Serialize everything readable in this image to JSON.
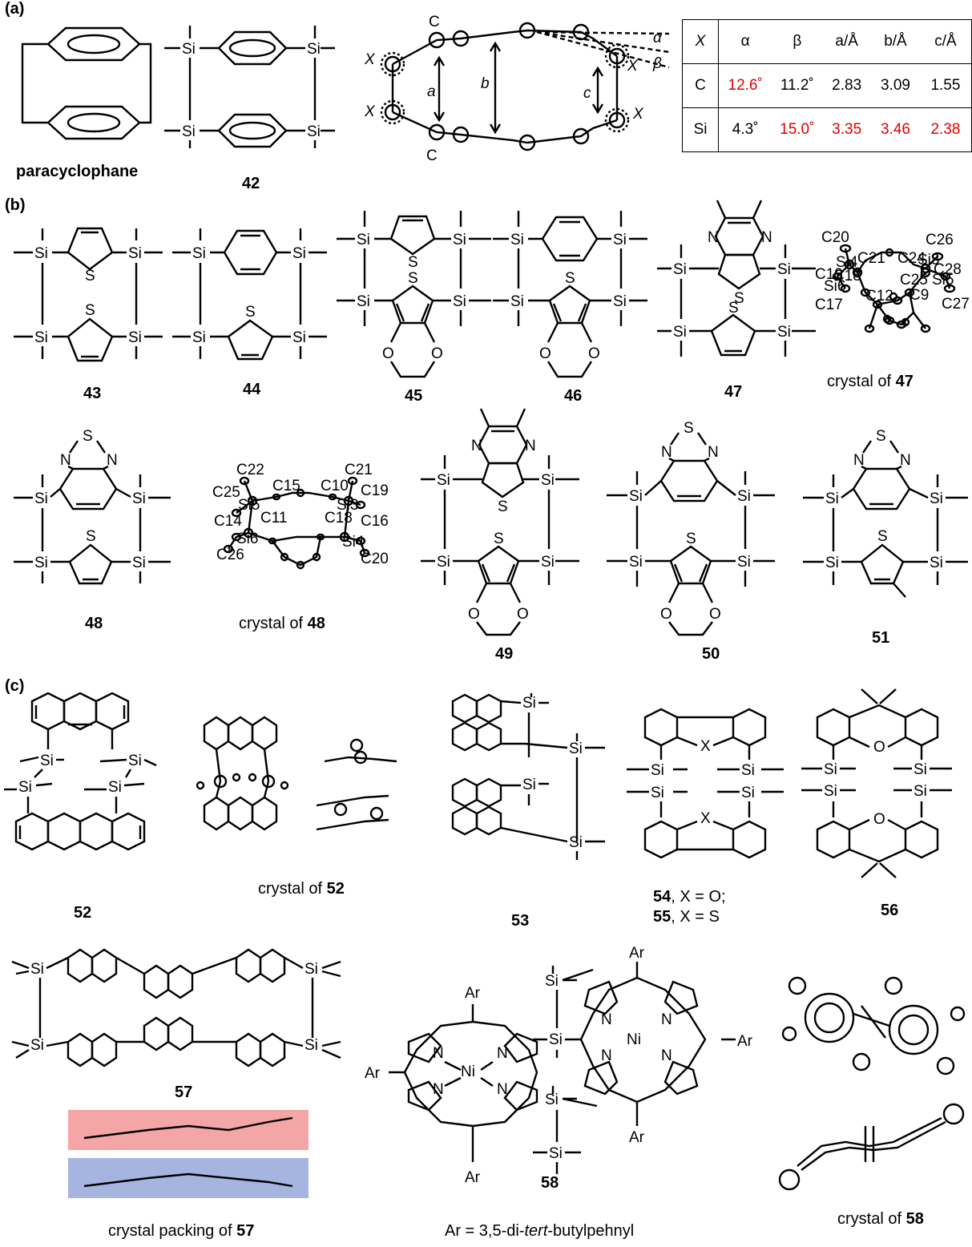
{
  "panels": {
    "a": "(a)",
    "b": "(b)",
    "c": "(c)"
  },
  "panel_a": {
    "paracyclophane_label": "paracyclophane",
    "compound_42": "42",
    "structure_labels": {
      "c_top": "C",
      "c_bottom": "C",
      "x": "X",
      "a": "a",
      "b": "b",
      "c": "c",
      "alpha": "α",
      "beta": "β"
    },
    "table": {
      "headers": [
        "X",
        "α",
        "β",
        "a/Å",
        "b/Å",
        "c/Å"
      ],
      "rows": [
        {
          "x": "C",
          "alpha": "12.6˚",
          "beta": "11.2˚",
          "a": "2.83",
          "b": "3.09",
          "c": "1.55"
        },
        {
          "x": "Si",
          "alpha": "4.3˚",
          "beta": "15.0˚",
          "a": "3.35",
          "b": "3.46",
          "c": "2.38"
        }
      ],
      "highlight_color": "#e00000"
    }
  },
  "panel_b": {
    "compounds": [
      "43",
      "44",
      "45",
      "46",
      "47",
      "48",
      "49",
      "50",
      "51"
    ],
    "crystal_47": {
      "prefix": "crystal of ",
      "num": "47"
    },
    "crystal_48": {
      "prefix": "crystal of ",
      "num": "48"
    },
    "atom_labels_47": [
      "C20",
      "C26",
      "Si4",
      "Si3",
      "C21",
      "C24",
      "C28",
      "C19",
      "C18",
      "C25",
      "Si5",
      "Si6",
      "C12",
      "C9",
      "C17",
      "C27"
    ],
    "atom_labels_48": [
      "C22",
      "C21",
      "C25",
      "C15",
      "C10",
      "C19",
      "Si5",
      "Si3",
      "C14",
      "C11",
      "C18",
      "C16",
      "Si6",
      "Si4",
      "C26",
      "C20"
    ]
  },
  "panel_c": {
    "compounds": [
      "52",
      "53",
      "56",
      "57",
      "58"
    ],
    "compound_54": {
      "num": "54",
      "text": ", X = O;"
    },
    "compound_55": {
      "num": "55",
      "text": ", X = S"
    },
    "crystal_52": {
      "prefix": "crystal of ",
      "num": "52"
    },
    "crystal_57": {
      "prefix": "crystal packing of ",
      "num": "57"
    },
    "crystal_58": {
      "prefix": "crystal of ",
      "num": "58"
    },
    "ar_def": {
      "pre": "Ar = 3,5-di-",
      "italic": "tert",
      "post": "-butylpehnyl"
    }
  },
  "atoms": {
    "si": "Si",
    "s": "S",
    "o": "O",
    "n": "N",
    "ni": "Ni",
    "ar": "Ar",
    "x": "X"
  }
}
